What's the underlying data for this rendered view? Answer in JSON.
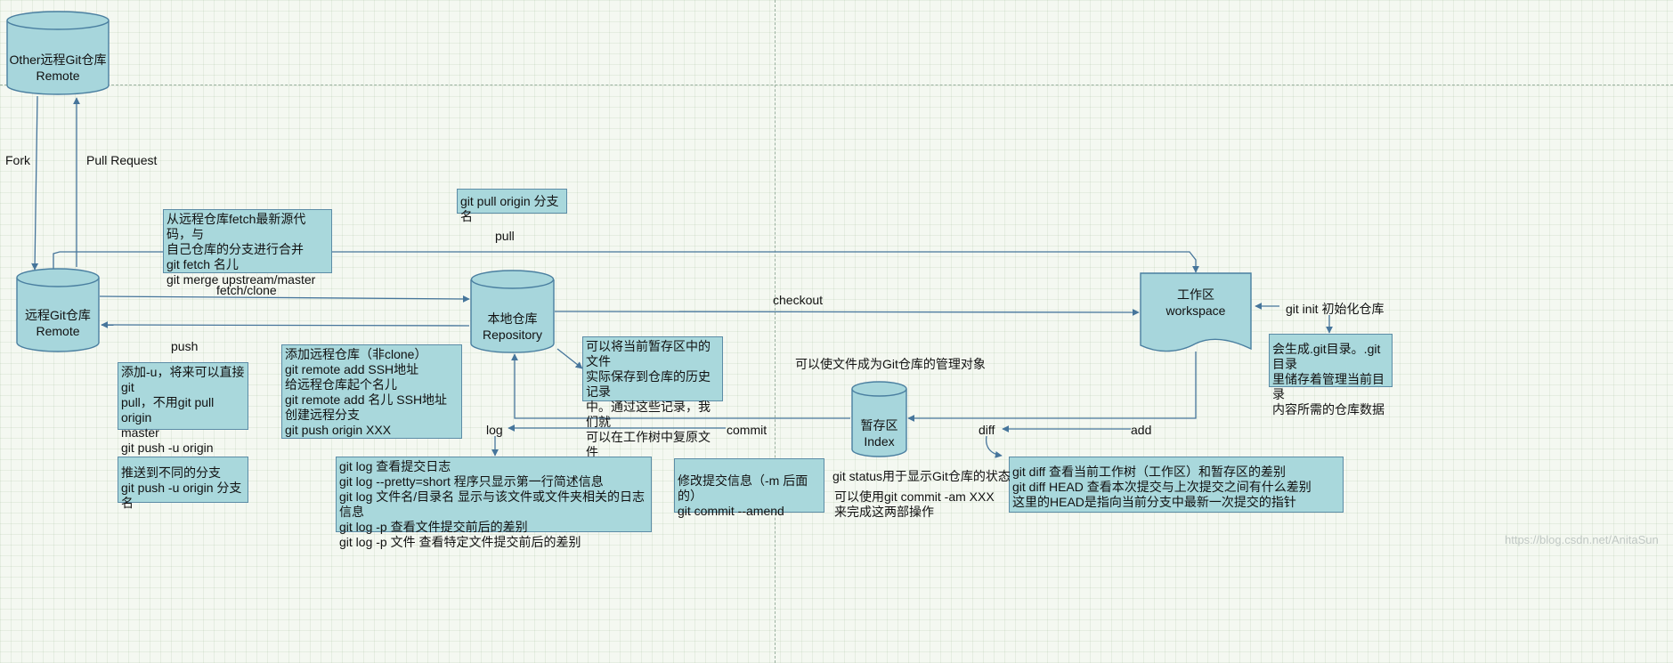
{
  "nodes": {
    "other_remote": "Other远程Git仓库\nRemote",
    "remote": "远程Git仓库\nRemote",
    "local": "本地仓库\nRepository",
    "workspace": "工作区\nworkspace",
    "index": "暂存区\nIndex"
  },
  "edge_labels": {
    "fork": "Fork",
    "pull_request": "Pull Request",
    "pull": "pull",
    "fetch_clone": "fetch/clone",
    "push": "push",
    "checkout": "checkout",
    "git_init": "git init 初始化仓库",
    "log": "log",
    "commit": "commit",
    "diff": "diff",
    "add": "add"
  },
  "notes": {
    "fetch_merge": "从远程仓库fetch最新源代码，与\n自己仓库的分支进行合并\ngit fetch 名儿\ngit merge upstream/master",
    "git_pull": "git pull origin 分支名",
    "push_u": "添加-u，将来可以直接git\npull，不用git pull origin\nmaster\ngit push -u origin master",
    "push_branch": "推送到不同的分支\ngit push -u origin 分支名",
    "remote_add": "添加远程仓库（非clone）\ngit remote add SSH地址\n给远程仓库起个名儿\ngit remote add 名儿 SSH地址\n创建远程分支\ngit push origin XXX",
    "repo_desc": "可以将当前暂存区中的文件\n实际保存到仓库的历史记录\n中。通过这些记录，我们就\n 可以在工作树中复原文件",
    "git_dir": "会生成.git目录。.git目录\n里储存着管理当前目录\n内容所需的仓库数据",
    "log_cmds": "git log 查看提交日志\ngit log --pretty=short 程序只显示第一行简述信息\ngit log 文件名/目录名 显示与该文件或文件夹相关的日志信息\ngit log -p 查看文件提交前后的差别\ngit log -p 文件 查看特定文件提交前后的差别",
    "amend": "修改提交信息（-m 后面的）\ngit commit --amend",
    "diff_cmds": "git diff 查看当前工作树（工作区）和暂存区的差别\ngit diff HEAD 查看本次提交与上次提交之间有什么差别\n                这里的HEAD是指向当前分支中最新一次提交的指针"
  },
  "texts": {
    "manage": "可以使文件成为Git仓库的管理对象",
    "status": "git status用于显示Git仓库的状态",
    "commit_am": "可以使用git commit -am XXX\n来完成这两部操作"
  },
  "watermark": "https://blog.csdn.net/AnitaSun"
}
